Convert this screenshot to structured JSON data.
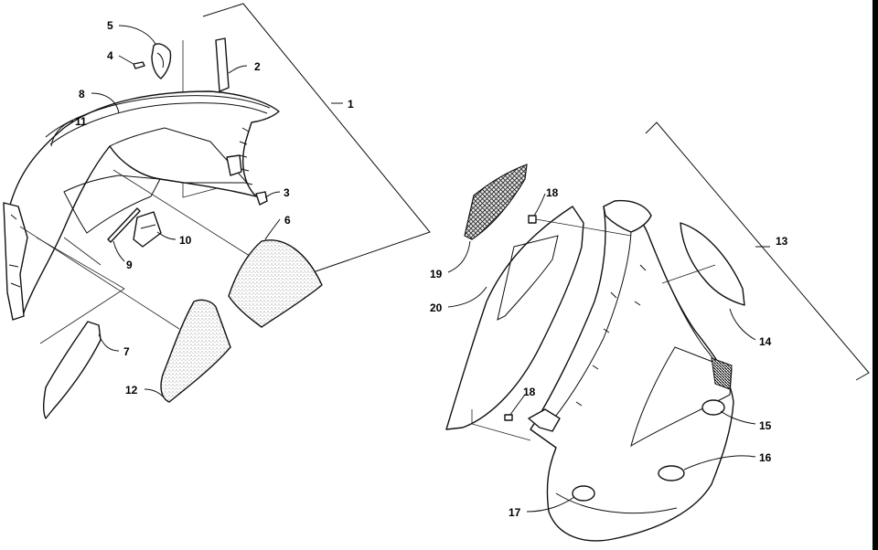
{
  "diagram": {
    "type": "exploded-parts-view",
    "callouts": [
      {
        "id": "c1",
        "label": "1"
      },
      {
        "id": "c2",
        "label": "2"
      },
      {
        "id": "c3",
        "label": "3"
      },
      {
        "id": "c4",
        "label": "4"
      },
      {
        "id": "c5",
        "label": "5"
      },
      {
        "id": "c6",
        "label": "6"
      },
      {
        "id": "c7",
        "label": "7"
      },
      {
        "id": "c8",
        "label": "8"
      },
      {
        "id": "c9",
        "label": "9"
      },
      {
        "id": "c10",
        "label": "10"
      },
      {
        "id": "c11",
        "label": "11"
      },
      {
        "id": "c12",
        "label": "12"
      },
      {
        "id": "c13",
        "label": "13"
      },
      {
        "id": "c14",
        "label": "14"
      },
      {
        "id": "c15",
        "label": "15"
      },
      {
        "id": "c16",
        "label": "16"
      },
      {
        "id": "c17",
        "label": "17"
      },
      {
        "id": "c18a",
        "label": "18"
      },
      {
        "id": "c18b",
        "label": "18"
      },
      {
        "id": "c19",
        "label": "19"
      },
      {
        "id": "c20",
        "label": "20"
      }
    ],
    "line_color": "#111111",
    "background": "#ffffff"
  }
}
